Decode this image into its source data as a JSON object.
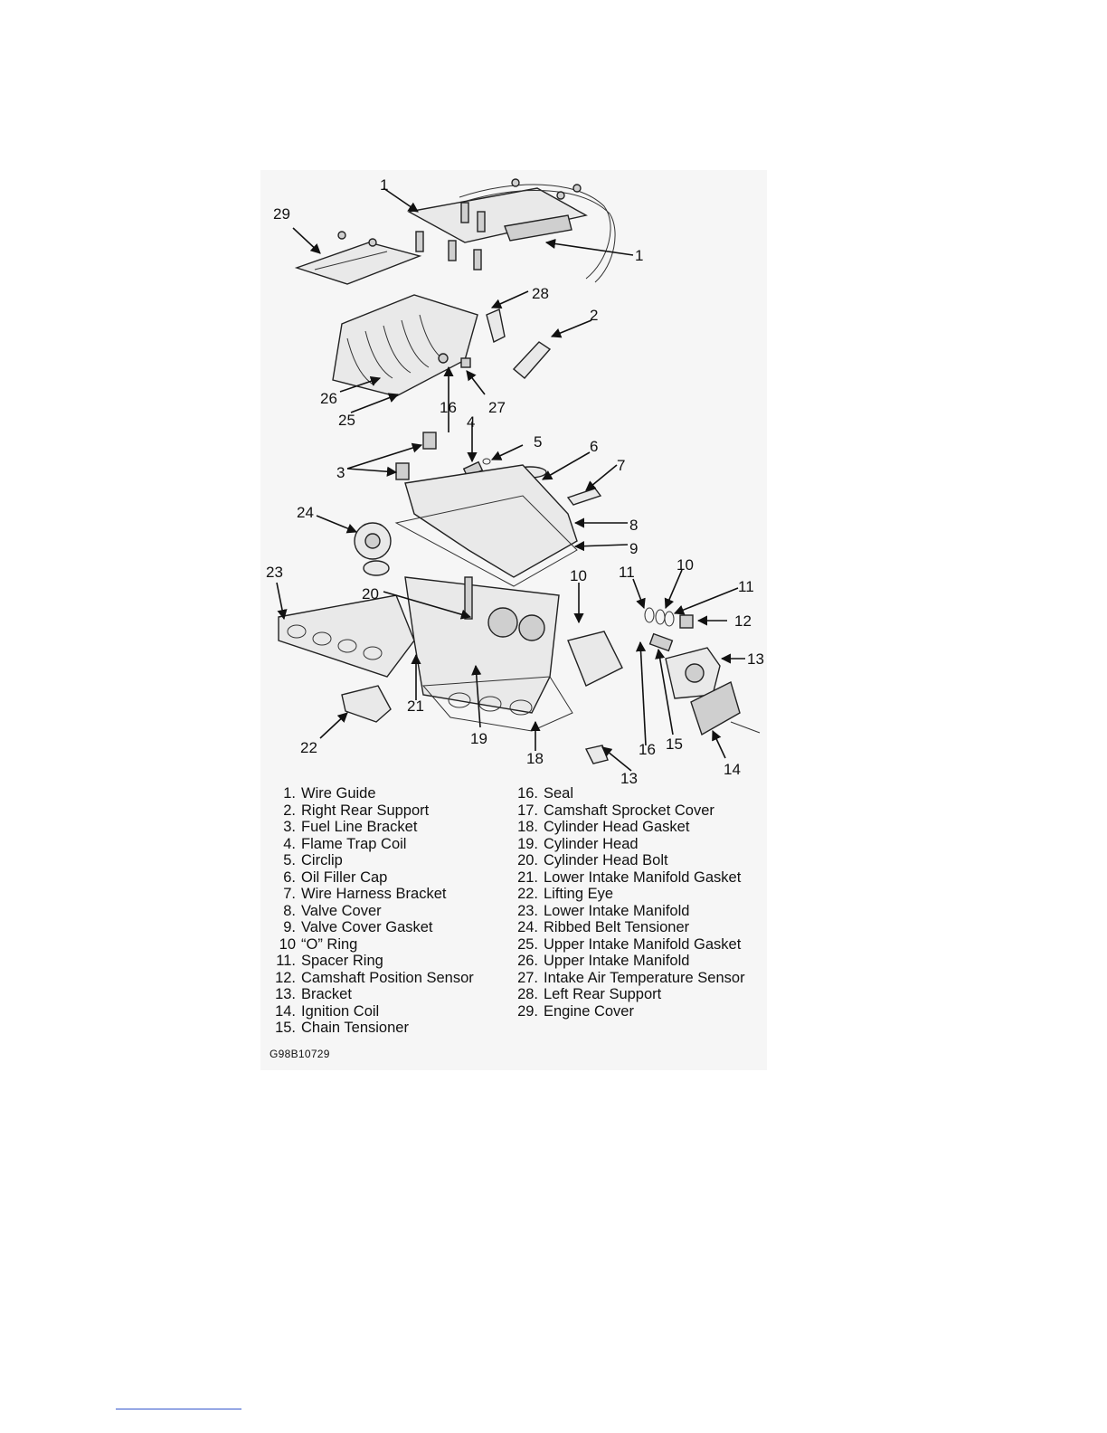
{
  "callouts": {
    "c1a": "1",
    "c1b": "1",
    "c2": "2",
    "c3": "3",
    "c4": "4",
    "c5": "5",
    "c6": "6",
    "c7": "7",
    "c8": "8",
    "c9": "9",
    "c10a": "10",
    "c10b": "10",
    "c11a": "11",
    "c11b": "11",
    "c12": "12",
    "c13a": "13",
    "c13b": "13",
    "c14": "14",
    "c15": "15",
    "c16a": "16",
    "c16b": "16",
    "c18": "18",
    "c19": "19",
    "c20": "20",
    "c21": "21",
    "c22": "22",
    "c23": "23",
    "c24": "24",
    "c25": "25",
    "c26": "26",
    "c27": "27",
    "c28": "28",
    "c29": "29"
  },
  "legend": {
    "left": [
      {
        "num": "1.",
        "label": "Wire Guide"
      },
      {
        "num": "2.",
        "label": "Right Rear Support"
      },
      {
        "num": "3.",
        "label": "Fuel Line Bracket"
      },
      {
        "num": "4.",
        "label": "Flame Trap Coil"
      },
      {
        "num": "5.",
        "label": "Circlip"
      },
      {
        "num": "6.",
        "label": "Oil Filler Cap"
      },
      {
        "num": "7.",
        "label": "Wire Harness Bracket"
      },
      {
        "num": "8.",
        "label": "Valve Cover"
      },
      {
        "num": "9.",
        "label": "Valve Cover Gasket"
      },
      {
        "num": "10",
        "label": "“O” Ring"
      },
      {
        "num": "11.",
        "label": "Spacer Ring"
      },
      {
        "num": "12.",
        "label": "Camshaft Position Sensor"
      },
      {
        "num": "13.",
        "label": "Bracket"
      },
      {
        "num": "14.",
        "label": "Ignition Coil"
      },
      {
        "num": "15.",
        "label": "Chain Tensioner"
      }
    ],
    "right": [
      {
        "num": "16.",
        "label": "Seal"
      },
      {
        "num": "17.",
        "label": "Camshaft Sprocket Cover"
      },
      {
        "num": "18.",
        "label": "Cylinder Head Gasket"
      },
      {
        "num": "19.",
        "label": "Cylinder Head"
      },
      {
        "num": "20.",
        "label": "Cylinder Head Bolt"
      },
      {
        "num": "21.",
        "label": "Lower Intake Manifold Gasket"
      },
      {
        "num": "22.",
        "label": "Lifting Eye"
      },
      {
        "num": "23.",
        "label": "Lower Intake Manifold"
      },
      {
        "num": "24.",
        "label": "Ribbed Belt Tensioner"
      },
      {
        "num": "25.",
        "label": "Upper Intake Manifold Gasket"
      },
      {
        "num": "26.",
        "label": "Upper Intake Manifold"
      },
      {
        "num": "27.",
        "label": "Intake Air Temperature Sensor"
      },
      {
        "num": "28.",
        "label": "Left Rear Support"
      },
      {
        "num": "29.",
        "label": "Engine Cover"
      }
    ]
  },
  "figure_code": "G98B10729"
}
